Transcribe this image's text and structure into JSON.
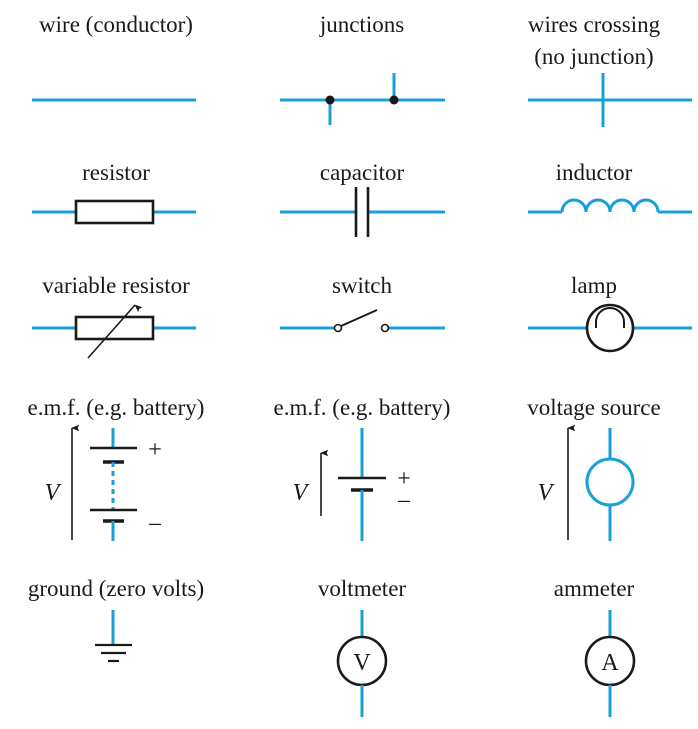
{
  "symbols": {
    "wire": "wire (conductor)",
    "junctions": "junctions",
    "crossing_line1": "wires crossing",
    "crossing_line2": "(no junction)",
    "resistor": "resistor",
    "capacitor": "capacitor",
    "inductor": "inductor",
    "variable_resistor": "variable resistor",
    "switch": "switch",
    "lamp": "lamp",
    "emf1": "e.m.f. (e.g. battery)",
    "emf2": "e.m.f. (e.g. battery)",
    "voltage_source": "voltage source",
    "ground": "ground (zero volts)",
    "voltmeter": "voltmeter",
    "ammeter": "ammeter"
  },
  "glyphs": {
    "voltage_var": "V",
    "plus": "+",
    "minus": "–",
    "voltmeter_letter": "V",
    "ammeter_letter": "A"
  },
  "colors": {
    "wire": "#1aa0d8",
    "ink": "#1a1a1a"
  }
}
